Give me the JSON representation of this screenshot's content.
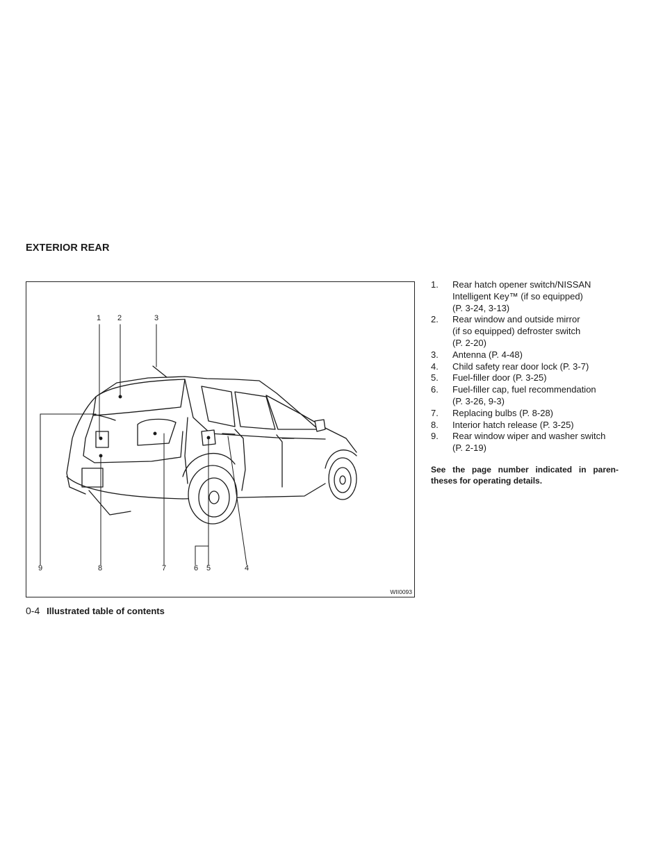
{
  "section_title": "EXTERIOR REAR",
  "figure": {
    "code": "WII0093",
    "callouts": [
      "1",
      "2",
      "3",
      "4",
      "5",
      "6",
      "7",
      "8",
      "9"
    ]
  },
  "items": [
    {
      "num": "1.",
      "lines": [
        "Rear hatch opener switch/NISSAN",
        "Intelligent Key™ (if so equipped)",
        "(P. 3-24, 3-13)"
      ]
    },
    {
      "num": "2.",
      "lines": [
        "Rear window and outside mirror",
        "(if so equipped) defroster switch",
        "(P. 2-20)"
      ]
    },
    {
      "num": "3.",
      "lines": [
        "Antenna (P. 4-48)"
      ]
    },
    {
      "num": "4.",
      "lines": [
        "Child safety rear door lock (P. 3-7)"
      ]
    },
    {
      "num": "5.",
      "lines": [
        "Fuel-filler door (P. 3-25)"
      ]
    },
    {
      "num": "6.",
      "lines": [
        "Fuel-filler cap, fuel recommendation",
        "(P. 3-26, 9-3)"
      ]
    },
    {
      "num": "7.",
      "lines": [
        "Replacing bulbs (P. 8-28)"
      ]
    },
    {
      "num": "8.",
      "lines": [
        "Interior hatch release (P. 3-25)"
      ]
    },
    {
      "num": "9.",
      "lines": [
        "Rear window wiper and washer switch",
        "(P. 2-19)"
      ]
    }
  ],
  "note": "See the page number indicated in paren- theses for operating details.",
  "footer": {
    "page": "0-4",
    "title": "Illustrated table of contents"
  }
}
